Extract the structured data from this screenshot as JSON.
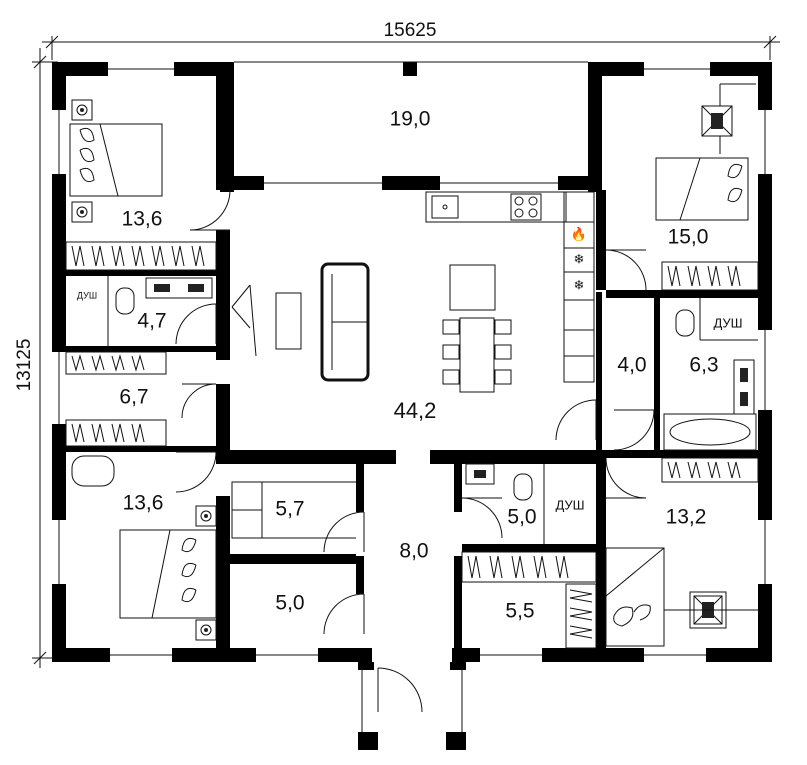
{
  "dimensions": {
    "width_label": "15625",
    "height_label": "13125"
  },
  "rooms": {
    "terrace": "19,0",
    "bedroom_nw": "13,6",
    "bedroom_ne": "15,0",
    "living": "44,2",
    "bath_w": "4,7",
    "closet_w": "6,7",
    "bedroom_sw": "13,6",
    "hall_e": "4,0",
    "bath_e": "6,3",
    "storage_1": "5,7",
    "corridor": "8,0",
    "bath_c": "5,0",
    "storage_2": "5,0",
    "closet_c": "5,5",
    "bedroom_se": "13,2"
  },
  "fixture_labels": {
    "shower_w": "ДУШ",
    "shower_e": "ДУШ",
    "shower_c": "ДУШ"
  }
}
